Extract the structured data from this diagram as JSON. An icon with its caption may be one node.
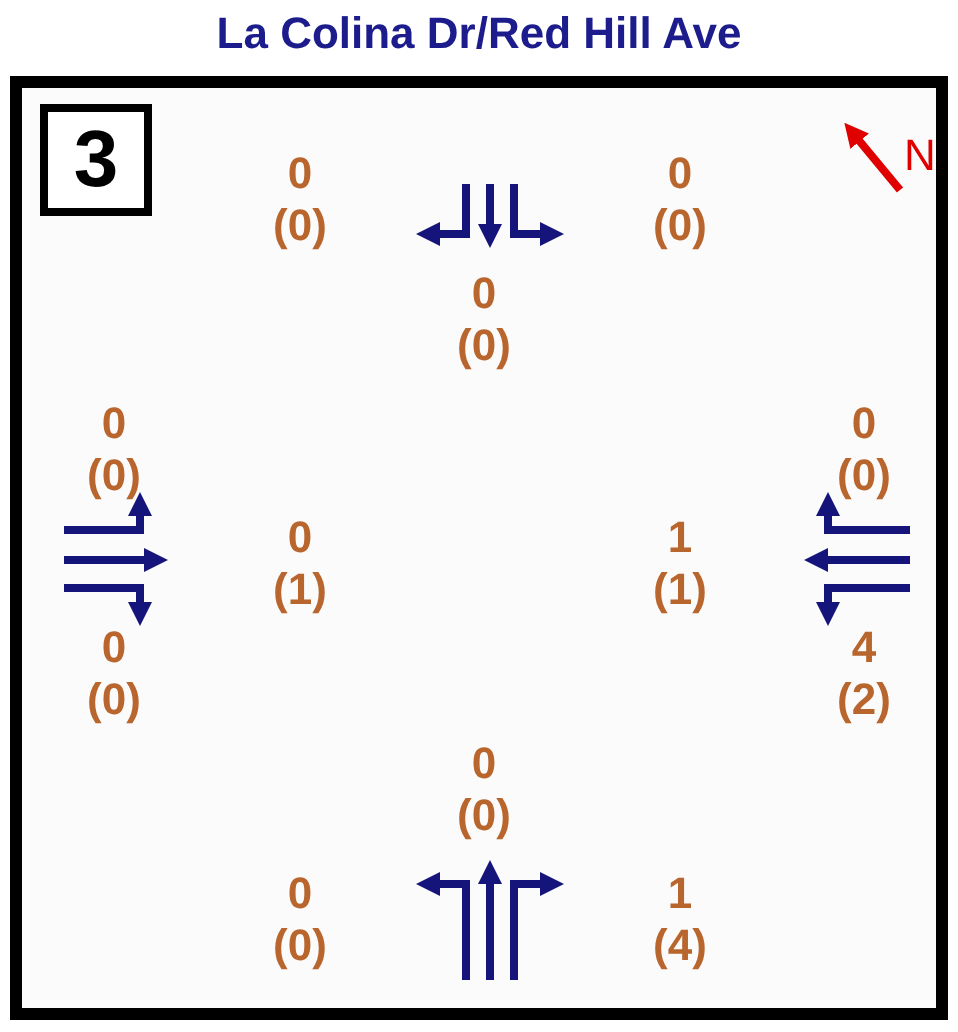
{
  "diagram": {
    "title": "La Colina Dr/Red Hill Ave",
    "nodes": [
      {
        "text": [
          "3"
        ]
      }
    ],
    "edges": [],
    "labels": [
      "N",
      "0 (0)",
      "0 (0)",
      "0 (0)",
      "0 (0)",
      "0 (0)",
      "0 (1)",
      "1 (1)",
      "0 (0)",
      "4 (2)",
      "0 (0)",
      "0 (0)",
      "1 (4)"
    ]
  }
}
